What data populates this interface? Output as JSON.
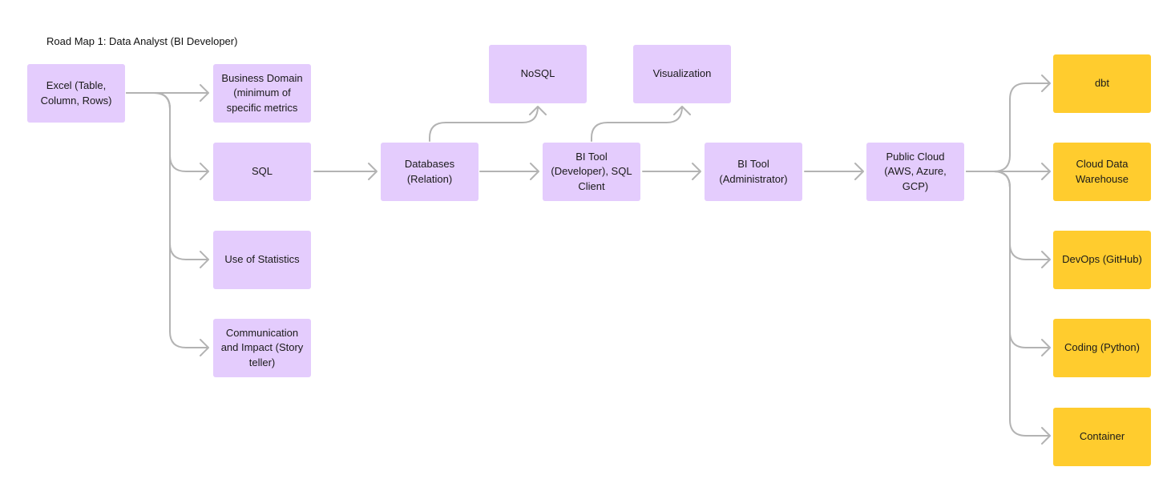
{
  "title": "Road Map 1: Data Analyst (BI Developer)",
  "colors": {
    "topic": "#e4ccfd",
    "advanced_topic": "#ffcc2e",
    "connector": "#b3b3b3"
  },
  "nodes": {
    "excel": "Excel (Table, Column, Rows)",
    "business_domain": "Business Domain (minimum of specific metrics",
    "sql": "SQL",
    "statistics": "Use of Statistics",
    "communication": "Communication and Impact (Story teller)",
    "databases": "Databases (Relation)",
    "nosql": "NoSQL",
    "bi_tool_developer": "BI Tool (Developer), SQL Client",
    "visualization": "Visualization",
    "bi_tool_admin": "BI Tool (Administrator)",
    "public_cloud": "Public Cloud (AWS, Azure, GCP)",
    "dbt": "dbt",
    "cloud_dwh": "Cloud Data Warehouse",
    "devops": "DevOps (GitHub)",
    "coding": "Coding (Python)",
    "container": "Container"
  },
  "edges": [
    [
      "excel",
      "business_domain"
    ],
    [
      "excel",
      "sql"
    ],
    [
      "excel",
      "statistics"
    ],
    [
      "excel",
      "communication"
    ],
    [
      "sql",
      "databases"
    ],
    [
      "databases",
      "nosql"
    ],
    [
      "databases",
      "bi_tool_developer"
    ],
    [
      "bi_tool_developer",
      "visualization"
    ],
    [
      "bi_tool_developer",
      "bi_tool_admin"
    ],
    [
      "bi_tool_admin",
      "public_cloud"
    ],
    [
      "public_cloud",
      "dbt"
    ],
    [
      "public_cloud",
      "cloud_dwh"
    ],
    [
      "public_cloud",
      "devops"
    ],
    [
      "public_cloud",
      "coding"
    ],
    [
      "public_cloud",
      "container"
    ]
  ]
}
